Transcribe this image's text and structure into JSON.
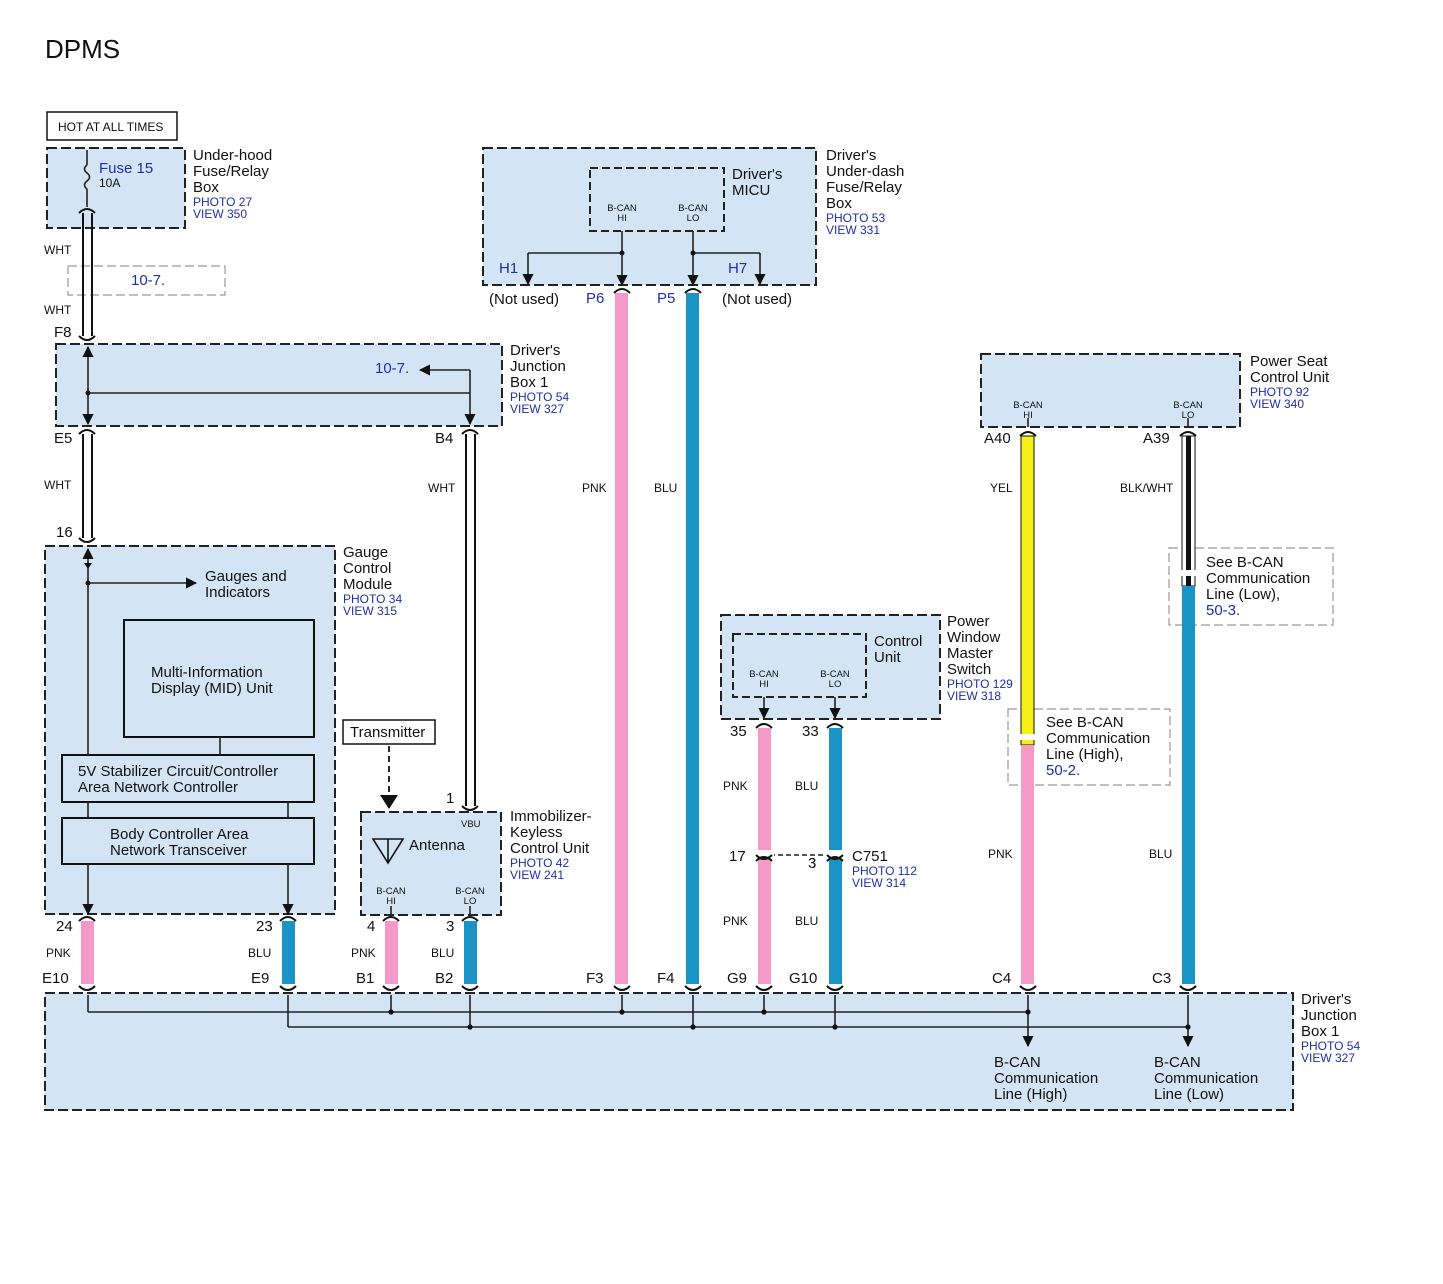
{
  "title": "DPMS",
  "hot_label": "HOT AT ALL TIMES",
  "underhood": {
    "fuse": "Fuse 15",
    "amp": "10A",
    "name": [
      "Under-hood",
      "Fuse/Relay",
      "Box"
    ],
    "photo": "PHOTO 27",
    "view": "VIEW 350"
  },
  "ref_10_7": "10-7.",
  "micu_box": {
    "inner": [
      "Driver's",
      "MICU"
    ],
    "name": [
      "Driver's",
      "Under-dash",
      "Fuse/Relay",
      "Box"
    ],
    "photo": "PHOTO 53",
    "view": "VIEW 331",
    "hi": [
      "B-CAN",
      "HI"
    ],
    "lo": [
      "B-CAN",
      "LO"
    ],
    "h1": "H1",
    "h7": "H7",
    "not_used": "(Not used)",
    "p6": "P6",
    "p5": "P5"
  },
  "jb_top": {
    "name": [
      "Driver's",
      "Junction",
      "Box 1"
    ],
    "photo": "PHOTO 54",
    "view": "VIEW 327",
    "f8": "F8",
    "e5": "E5",
    "b4": "B4"
  },
  "power_seat": {
    "name": [
      "Power Seat",
      "Control Unit"
    ],
    "photo": "PHOTO 92",
    "view": "VIEW 340",
    "hi": [
      "B-CAN",
      "HI"
    ],
    "lo": [
      "B-CAN",
      "LO"
    ],
    "a40": "A40",
    "a39": "A39"
  },
  "gauge": {
    "name": [
      "Gauge",
      "Control",
      "Module"
    ],
    "photo": "PHOTO 34",
    "view": "VIEW 315",
    "pin16": "16",
    "gauges": [
      "Gauges and",
      "Indicators"
    ],
    "mid": [
      "Multi-Information",
      "Display (MID) Unit"
    ],
    "stab": [
      "5V Stabilizer Circuit/Controller",
      "Area Network Controller"
    ],
    "body": [
      "Body Controller Area",
      "Network Transceiver"
    ],
    "pin24": "24",
    "pin23": "23"
  },
  "pwms": {
    "inner": [
      "Control",
      "Unit"
    ],
    "name": [
      "Power",
      "Window",
      "Master",
      "Switch"
    ],
    "photo": "PHOTO 129",
    "view": "VIEW 318",
    "hi": [
      "B-CAN",
      "HI"
    ],
    "lo": [
      "B-CAN",
      "LO"
    ],
    "pin35": "35",
    "pin33": "33"
  },
  "c751": {
    "name": "C751",
    "photo": "PHOTO 112",
    "view": "VIEW 314",
    "pin17": "17",
    "pin3": "3"
  },
  "transmitter": "Transmitter",
  "immob": {
    "name": [
      "Immobilizer-",
      "Keyless",
      "Control Unit"
    ],
    "photo": "PHOTO 42",
    "view": "VIEW 241",
    "antenna": "Antenna",
    "vbu": "VBU",
    "pin1": "1",
    "hi": [
      "B-CAN",
      "HI"
    ],
    "lo": [
      "B-CAN",
      "LO"
    ],
    "pin4": "4",
    "pin3": "3"
  },
  "note_low": {
    "lines": [
      "See B-CAN",
      "Communication",
      "Line (Low),"
    ],
    "ref": "50-3."
  },
  "note_high": {
    "lines": [
      "See B-CAN",
      "Communication",
      "Line (High),"
    ],
    "ref": "50-2."
  },
  "jb_bottom": {
    "name": [
      "Driver's",
      "Junction",
      "Box 1"
    ],
    "photo": "PHOTO 54",
    "view": "VIEW 327",
    "pins": [
      "E10",
      "E9",
      "B1",
      "B2",
      "F3",
      "F4",
      "G9",
      "G10",
      "C4",
      "C3"
    ],
    "high_line": [
      "B-CAN",
      "Communication",
      "Line (High)"
    ],
    "low_line": [
      "B-CAN",
      "Communication",
      "Line (Low)"
    ]
  },
  "wires": {
    "wht": "WHT",
    "pnk": "PNK",
    "blu": "BLU",
    "yel": "YEL",
    "blkwht": "BLK/WHT"
  },
  "colors": {
    "pink": "#f59ac8",
    "blue": "#1a94c4",
    "yellow": "#f5ef16",
    "box_fill": "#d3e4f4",
    "link_blue": "#1f2fa8"
  }
}
